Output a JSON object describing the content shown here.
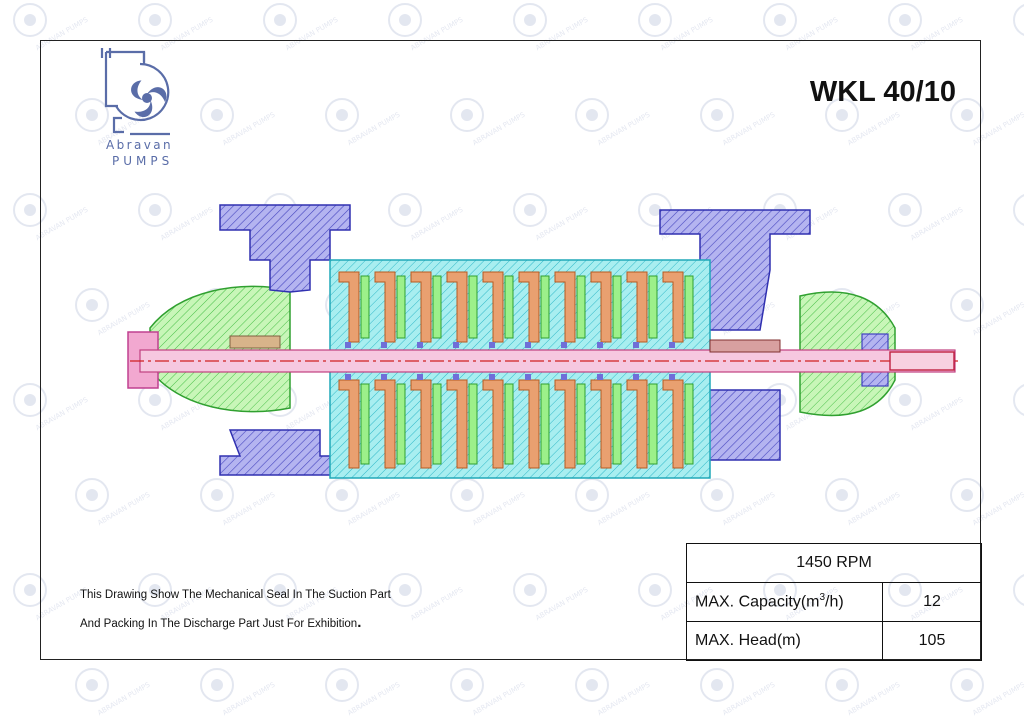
{
  "brand": {
    "line1": "Abravan",
    "line2": "PUMPS",
    "logo_icon": "pump-turbine-logo-icon"
  },
  "model": "WKL 40/10",
  "note": {
    "line1": "This Drawing Show The Mechanical Seal In The Suction Part",
    "line2": "And Packing  In The Discharge Part Just For Exhibition",
    "bullet": "."
  },
  "specs": {
    "speed": "1450 RPM",
    "capacity_label_prefix": "MAX.  Capacity(m",
    "capacity_sup": "3",
    "capacity_label_suffix": "/h)",
    "capacity_value": "12",
    "head_label": "MAX.  Head(m)",
    "head_value": "105"
  },
  "stages": 10,
  "colors": {
    "cyan": "#79e6e6",
    "green": "#9cf08a",
    "orange": "#e9a070",
    "blue": "#6f6fd8",
    "red": "#e05050",
    "pink": "#f0a8c8",
    "magenta": "#e080c0",
    "tan": "#d8b48a",
    "brand": "#5a6da8"
  },
  "watermark_label": "ABRAVAN PUMPS"
}
